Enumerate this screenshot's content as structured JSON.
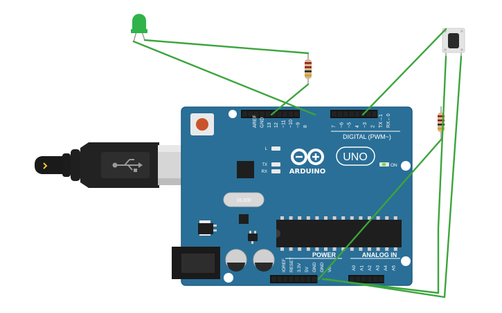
{
  "board": {
    "brand": "ARDUINO",
    "model": "UNO",
    "on_label": "ON",
    "digital_label": "DIGITAL (PWM~)",
    "power_label": "POWER",
    "analog_label": "ANALOG IN",
    "crystal_label": "16.000",
    "led_labels": {
      "l": "L",
      "tx": "TX",
      "rx": "RX"
    },
    "digital_pins": [
      "AREF",
      "GND",
      "13",
      "12",
      "~11",
      "~10",
      "~9",
      "8",
      "7",
      "~6",
      "~5",
      "4",
      "~3",
      "2",
      "TX→1",
      "RX←0"
    ],
    "power_pins": [
      "IOREF",
      "RESET",
      "3.3V",
      "5V",
      "GND",
      "GND",
      "Vin"
    ],
    "analog_pins": [
      "A0",
      "A1",
      "A2",
      "A3",
      "A4",
      "A5"
    ]
  },
  "colors": {
    "board": "#2a6f97",
    "board_edge": "#1f5e84",
    "wire": "#3ba53b",
    "led": "#2fb34a",
    "header": "#222222",
    "chip": "#1e1e1e",
    "resistor_body": "#d9b58a"
  },
  "components": {
    "led_icon": "led-icon",
    "resistor_icon": "resistor-icon",
    "pushbutton_icon": "pushbutton-icon",
    "usb_icon": "usb-icon"
  }
}
